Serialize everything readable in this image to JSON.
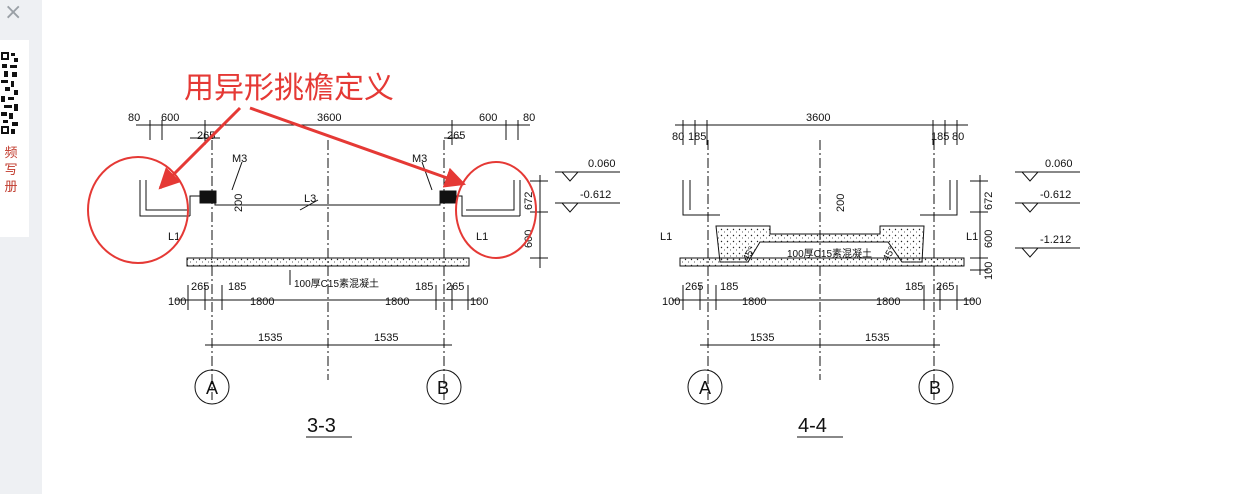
{
  "sidebar": {
    "close_glyph": "×",
    "promo_chars": [
      "频",
      "写",
      "册"
    ]
  },
  "annotation": {
    "text": "用异形挑檐定义",
    "color": "#e53935"
  },
  "section_33": {
    "title": "3-3",
    "top_dims": [
      "80",
      "600",
      "3600",
      "600",
      "80"
    ],
    "sub_dims": [
      "265",
      "265"
    ],
    "labels": [
      "M3",
      "M3",
      "L3",
      "L1",
      "L1"
    ],
    "dim_200": "200",
    "slab_note": "100厚C15素混凝土",
    "elev": [
      "0.060",
      "-0.612"
    ],
    "right_dims": [
      "672",
      "600"
    ],
    "bottom_dims": [
      "100",
      "265",
      "185",
      "1800",
      "1800",
      "185",
      "265",
      "100"
    ],
    "axis_dims": [
      "1535",
      "1535"
    ],
    "axes": [
      "A",
      "B"
    ]
  },
  "section_44": {
    "title": "4-4",
    "top_dims": [
      "80",
      "185",
      "3600",
      "185",
      "80"
    ],
    "labels": [
      "L1",
      "L1"
    ],
    "dim_200": "200",
    "angle_labels": [
      "45°",
      "45°"
    ],
    "slab_note": "100厚C15素混凝土",
    "elev": [
      "0.060",
      "-0.612",
      "-1.212"
    ],
    "right_dims": [
      "672",
      "600",
      "100"
    ],
    "bottom_dims": [
      "100",
      "265",
      "185",
      "1800",
      "1800",
      "185",
      "265",
      "100"
    ],
    "axis_dims": [
      "1535",
      "1535"
    ],
    "axes": [
      "A",
      "B"
    ]
  }
}
